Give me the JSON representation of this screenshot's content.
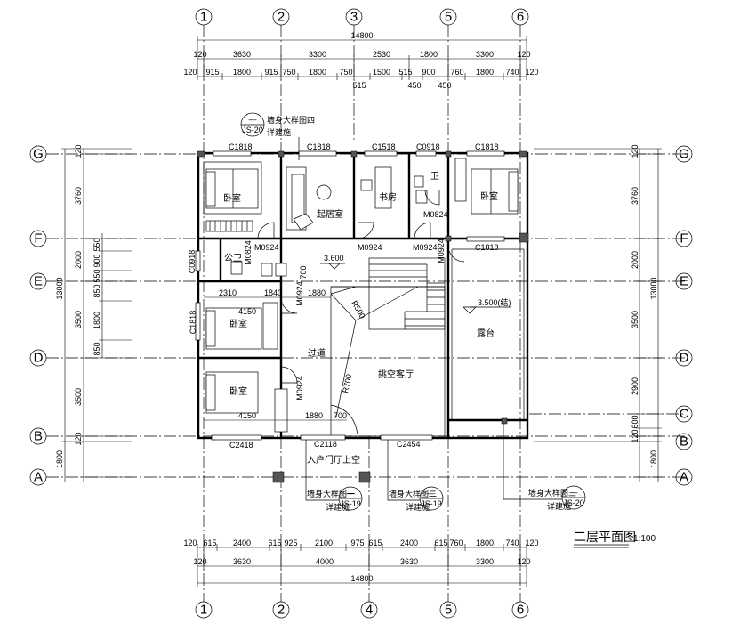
{
  "axes_top": [
    "1",
    "2",
    "3",
    "5",
    "6"
  ],
  "axes_bottom": [
    "1",
    "2",
    "4",
    "5",
    "6"
  ],
  "axes_left": [
    "G",
    "F",
    "E",
    "D",
    "B",
    "A"
  ],
  "axes_right": [
    "G",
    "F",
    "E",
    "D",
    "C",
    "B",
    "A"
  ],
  "dims_top": {
    "total": "14800",
    "row2": [
      "120",
      "3630",
      "3300",
      "2530",
      "1800",
      "3300",
      "120"
    ],
    "row3": [
      "120",
      "915",
      "1800",
      "915",
      "750",
      "1800",
      "750",
      "1500",
      "515",
      "900",
      "760",
      "1800",
      "740",
      "120"
    ],
    "sub": [
      "515",
      "450",
      "450"
    ]
  },
  "dims_bottom": {
    "row1": [
      "120",
      "615",
      "2400",
      "615",
      "925",
      "2100",
      "975",
      "615",
      "2400",
      "615",
      "760",
      "1800",
      "740",
      "120"
    ],
    "row2": [
      "120",
      "3630",
      "4000",
      "3630",
      "3300",
      "120"
    ],
    "total": "14800"
  },
  "dims_left": {
    "total": "13000",
    "outer": [
      "120",
      "3760",
      "2000",
      "3500",
      "3500",
      "120",
      "1800"
    ],
    "inner": [
      "550",
      "900",
      "550",
      "850",
      "1800",
      "850"
    ],
    "window": "C0918"
  },
  "dims_right": {
    "total": "13000",
    "outer": [
      "120",
      "3760",
      "2000",
      "3500",
      "2900",
      "600",
      "120",
      "1800"
    ]
  },
  "rooms": {
    "bedroom_ne": "卧室",
    "bedroom_nw": "卧室",
    "bedroom_w": "卧室",
    "bedroom_sw": "卧室",
    "living": "起居室",
    "study": "书房",
    "bath": "卫",
    "public_wc": "公卫",
    "corridor": "过道",
    "atrium": "挑空客厅",
    "terrace": "露台",
    "entrance": "入户门厅上空"
  },
  "openings": {
    "c1818_nw": "C1818",
    "c1818_n": "C1818",
    "c1518": "C1518",
    "c0918": "C0918",
    "c1818_ne": "C1818",
    "c1818_e": "C1818",
    "c1818_w": "C1818",
    "c2418": "C2418",
    "c2118": "C2118",
    "c2454": "C2454",
    "m0924_1": "M0924",
    "m0924_2": "M0924",
    "m0924_3": "M0924",
    "m0824_1": "M0824",
    "m0824_2": "M0824",
    "m0924_4": "M0924",
    "m0924_5": "M0924",
    "m0924_6": "M0924"
  },
  "interior_dims": {
    "d2310": "2310",
    "d1840": "1840",
    "d1880a": "1880",
    "d4150a": "4150",
    "d4150b": "4150",
    "d1880b": "1880",
    "d700a": "700",
    "d700b": "700",
    "r500": "R500",
    "r700": "R700"
  },
  "levels": {
    "l1": "3.600",
    "l2": "3.500(结)"
  },
  "details": {
    "d4_line1": "墙身大样图四",
    "d4_line2": "详建施",
    "d4_ref": "JS-20",
    "d1_line1": "墙身大样图一",
    "d1_line2": "详建施",
    "d1_ref": "JS-19",
    "d2_line1": "墙身大样图二",
    "d2_line2": "详建施",
    "d2_ref": "JS-19",
    "d3_line1": "墙身大样图三",
    "d3_line2": "详建施",
    "d3_ref": "JS-20",
    "dash": "—"
  },
  "title": "二层平面图",
  "scale": "1:100"
}
